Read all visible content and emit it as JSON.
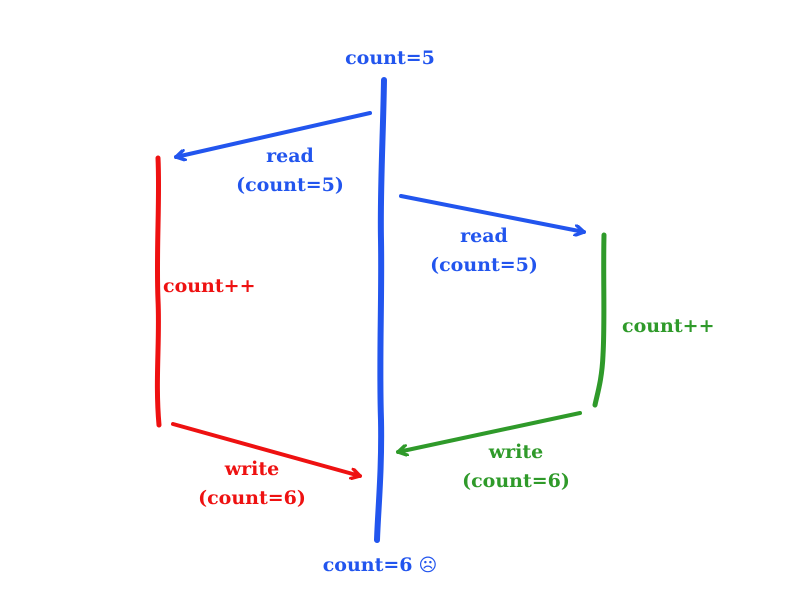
{
  "diagram": {
    "colors": {
      "shared": "#2255ee",
      "thread_a": "#ee1111",
      "thread_b": "#2f9a2a"
    },
    "shared_variable": {
      "initial_label": "count=5",
      "final_label": "count=6",
      "final_icon": "sad-face-icon",
      "final_icon_glyph": "☹"
    },
    "thread_a": {
      "read_label": "read",
      "read_value": "(count=5)",
      "operation": "count++",
      "write_label": "write",
      "write_value": "(count=6)"
    },
    "thread_b": {
      "read_label": "read",
      "read_value": "(count=5)",
      "operation": "count++",
      "write_label": "write",
      "write_value": "(count=6)"
    }
  }
}
